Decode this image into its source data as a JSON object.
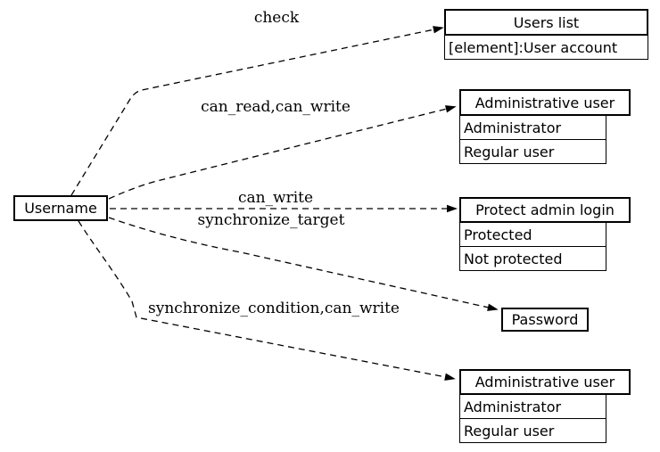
{
  "diagram": {
    "colors": {
      "background": "#ffffff",
      "foreground": "#000000"
    },
    "root_node": {
      "label": "Username"
    },
    "edges": [
      {
        "label": "check",
        "source": "Username",
        "target": "Users list"
      },
      {
        "label": "can_read,can_write",
        "source": "Username",
        "target": "Administrative user"
      },
      {
        "label": "can_write",
        "source": "Username",
        "target": "Protect admin login"
      },
      {
        "label": "synchronize_target",
        "source": "Username",
        "target": "Password"
      },
      {
        "label": "synchronize_condition,can_write",
        "source": "Username",
        "target": "Administrative user"
      }
    ],
    "nodes": [
      {
        "id": "users-list",
        "title": "Users list",
        "rows": [
          "[element]:User account"
        ]
      },
      {
        "id": "administrative-user-1",
        "title": "Administrative user",
        "rows": [
          "Administrator",
          "Regular user"
        ]
      },
      {
        "id": "protect-admin-login",
        "title": "Protect admin login",
        "rows": [
          "Protected",
          "Not protected"
        ]
      },
      {
        "id": "password",
        "title": "Password",
        "rows": []
      },
      {
        "id": "administrative-user-2",
        "title": "Administrative user",
        "rows": [
          "Administrator",
          "Regular user"
        ]
      }
    ]
  }
}
